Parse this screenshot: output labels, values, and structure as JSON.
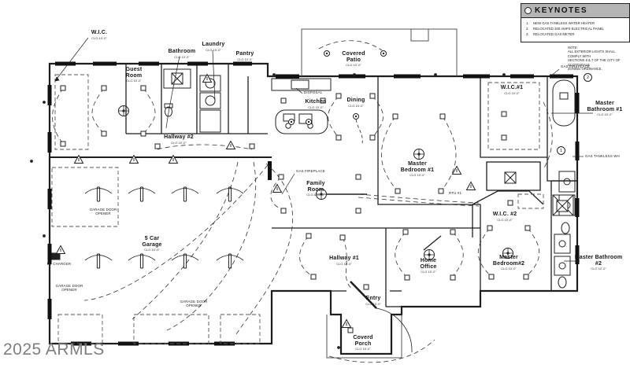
{
  "colors": {
    "ink": "#1c1c1c",
    "keynotes_header_bg": "#b5b5b5",
    "watermark_gray": "#7e7e7e",
    "background": "#ffffff"
  },
  "watermark": "2025 ARMLS",
  "keynotes": {
    "title": "KEYNOTES",
    "numbers": [
      "1.",
      "2.",
      "3."
    ],
    "items": [
      "NEW GAS TANKLESS WATER HEATER",
      "RELOCATED 200 AMPS ELECTRICAL PANEL",
      "RELOCATED GAS METER"
    ],
    "note_label": "NOTE:",
    "note_lines": [
      "ALL EXTERIOR LIGHTS SHALL COMPLY WITH",
      "SECTIONS 6 & 7 OF THE CITY OF SCOTTSDALE",
      "ZONING ORDINANCE."
    ]
  },
  "rooms": {
    "wic": {
      "name": "W.I.C.",
      "clg": "CLG 10'-0\""
    },
    "guest_room": {
      "name": "Guest Room",
      "clg": "CLG 10'-0\""
    },
    "bathroom": {
      "name": "Bathroom",
      "clg": "CLG 10'-0\""
    },
    "laundry": {
      "name": "Laundry",
      "clg": "CLG 10'-0\""
    },
    "pantry": {
      "name": "Pantry",
      "clg": "CLG 10'-0\""
    },
    "covered_patio": {
      "name": "Covered Patio",
      "clg": "CLG 10'-0\""
    },
    "kitchen": {
      "name": "Kitchen",
      "clg": "CLG 10'-0\""
    },
    "dining": {
      "name": "Dining",
      "clg": "CLG 10'-0\""
    },
    "hallway2": {
      "name": "Hallway #2",
      "clg": "CLG 10'-0\""
    },
    "master_bedroom1": {
      "name": "Master Bedroom #1",
      "clg": "CLG 10'-0\""
    },
    "wic1": {
      "name": "W.I.C.#1",
      "clg": "CLG 10'-0\""
    },
    "master_bath1": {
      "name": "Master Bathroom #1",
      "clg": "CLG 10'-0\""
    },
    "family_room": {
      "name": "Family Room",
      "clg": "CLG & 10'-0\""
    },
    "garage": {
      "name": "5 Car Garage",
      "clg": "CLG 10'-0\""
    },
    "hallway1": {
      "name": "Hallway #1",
      "clg": "CLG 10'-0\""
    },
    "home_office": {
      "name": "Home Office",
      "clg": "CLG 10'-0\""
    },
    "wic2": {
      "name": "W.I.C. #2",
      "clg": "CLG 10'-0\""
    },
    "master_bedroom2": {
      "name": "Master Bedroom#2",
      "clg": "CLG 10'-0\""
    },
    "master_bath2": {
      "name": "Master Bathroom #2",
      "clg": "CLG 10'-0\""
    },
    "entry": {
      "name": "Entry",
      "clg": "CLG 10'-0\""
    },
    "covered_porch": {
      "name": "Coverd Porch",
      "clg": "CLG 10'-0\""
    }
  },
  "annotations": {
    "gas_fireplace_family": "GAS FIREPLACE",
    "gas_fireplace_master": "GAS FIREPLACE",
    "gas_tankless_wh": "GAS TANKLESS WH",
    "disposal": "DISPOSAL",
    "garage_door_opener_1": "GARAGE DOOR OPENER",
    "garage_door_opener_2": "GARAGE DOOR OPENER",
    "garage_door_opener_3": "GARAGE DOOR OPENER",
    "ev_charger": "EV CHARGER",
    "rtu1": "RTU #1",
    "keynote_marker_fireplace": "2",
    "keynote_marker_water_heater": "1"
  }
}
